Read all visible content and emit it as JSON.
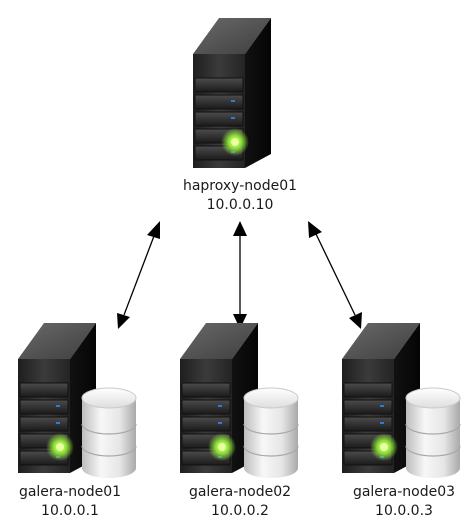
{
  "load_balancer": {
    "name": "haproxy-node01",
    "ip": "10.0.0.10"
  },
  "db_nodes": [
    {
      "name": "galera-node01",
      "ip": "10.0.0.1"
    },
    {
      "name": "galera-node02",
      "ip": "10.0.0.2"
    },
    {
      "name": "galera-node03",
      "ip": "10.0.0.3"
    }
  ],
  "connections": [
    {
      "from": "haproxy-node01",
      "to": "galera-node01",
      "direction": "bidirectional"
    },
    {
      "from": "haproxy-node01",
      "to": "galera-node02",
      "direction": "bidirectional"
    },
    {
      "from": "haproxy-node01",
      "to": "galera-node03",
      "direction": "bidirectional"
    }
  ],
  "colors": {
    "server_front": "#2a2a2a",
    "server_side": "#0c0c0c",
    "server_top": "#5a5a5a",
    "power_led": "#8fe23a",
    "database": "#e4e4e4",
    "arrow": "#000000"
  },
  "icons": {
    "server": "server-tower-icon",
    "database": "database-cylinder-icon"
  }
}
